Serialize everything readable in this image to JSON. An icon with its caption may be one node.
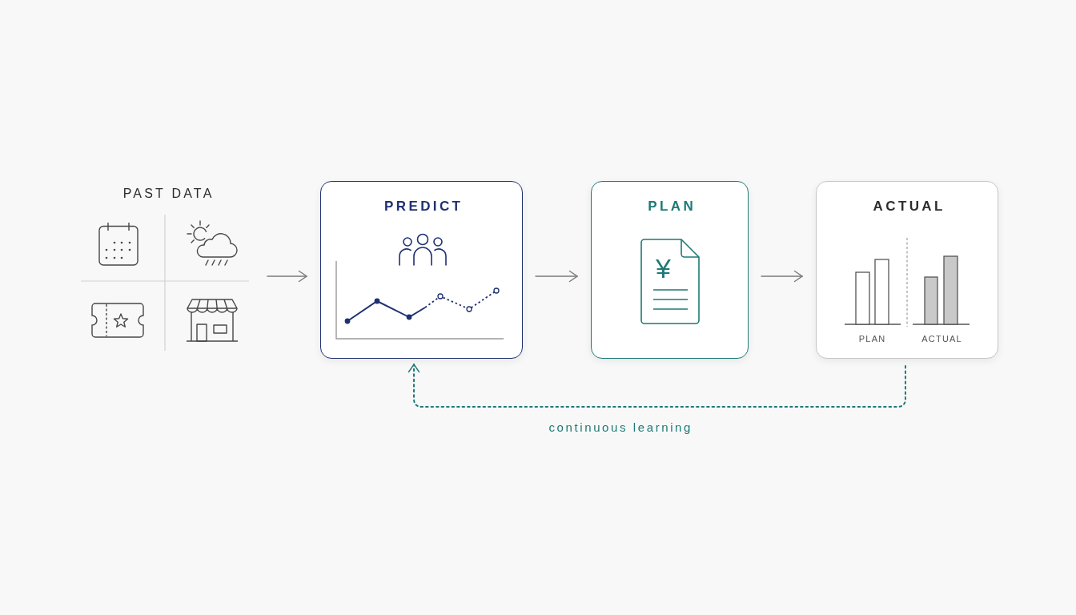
{
  "diagram": {
    "nodes": [
      {
        "text": [
          "PAST DATA"
        ]
      },
      {
        "text": [
          "PREDICT"
        ]
      },
      {
        "text": [
          "PLAN",
          "¥"
        ]
      },
      {
        "text": [
          "ACTUAL",
          "PLAN",
          "ACTUAL"
        ]
      }
    ],
    "edges": [
      {
        "from": 0,
        "to": 1,
        "arrow": "to"
      },
      {
        "from": 1,
        "to": 2,
        "arrow": "to"
      },
      {
        "from": 2,
        "to": 3,
        "arrow": "to"
      },
      {
        "from": 3,
        "to": 1,
        "arrow": "to",
        "label": "continuous learning",
        "style": "dashed",
        "color": "#1d7a76"
      }
    ]
  }
}
